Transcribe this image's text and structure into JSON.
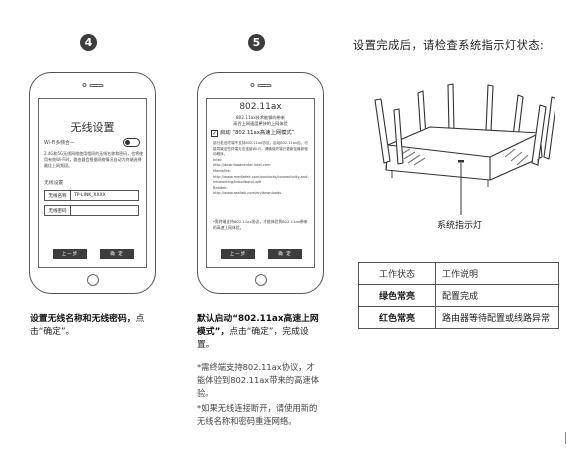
{
  "steps": {
    "step4": "4",
    "step5": "5"
  },
  "screen4": {
    "title": "无线设置",
    "toggle_label": "Wi-Fi多频合一",
    "desc": "2.4G和5G无线网络使用相同的无线名称和密码，也将使用有效Wi-Fi时，路由器会根据网络情况自动为终端选择最佳上网频段。",
    "section_label": "无线设置",
    "name_label": "无线名称",
    "name_value": "TP-LINK_XXXX",
    "pwd_label": "无线密码",
    "pwd_value": "",
    "prev": "上一步",
    "confirm": "确 定"
  },
  "screen5": {
    "title": "802.11ax",
    "sub1": "802.11ax技术能够向带来",
    "sub2": "高吞上网速度更快的上网体验",
    "checkbox_label": "启动 “802.11ax高速上网模式”",
    "body": "部分老旧终端不支持802.11ax协议，启动802.11ax后，可能导致这些终端无法连接Wi-Fi，请确保终端已更新至最新驱动程序。\nIntel:\nhttp://downloadcenter.intel.com\nMediaTek:\nhttp://www.mediatek.com/products/connectivity-and-networking/broadband-wifi\nRealtek:\nhttp://www.realtek.com/en/downloads",
    "body2": "*需终端支持802.11ax协议，才能体验到802.11ax带来的高速上网体验。",
    "prev": "上一步",
    "confirm": "确 定"
  },
  "captions": {
    "c4_bold": "设置无线名称和无线密码，",
    "c4_rest": "点击“确定”。",
    "c5_bold": "默认启动“802.11ax高速上网模式”，",
    "c5_rest": "点击“确定”，完成设置。",
    "note1": "*需终端支持802.11ax协议，才能体验到802.11ax带来的高速体验。",
    "note2": "*如果无线连接断开，请使用新的无线名称和密码重连网络。"
  },
  "right": {
    "title": "设置完成后，请检查系统指示灯状态:",
    "indicator_label": "系统指示灯",
    "table_header": [
      "工作状态",
      "工作说明"
    ],
    "rows": [
      {
        "state": "绿色常亮",
        "desc": "配置完成"
      },
      {
        "state": "红色常亮",
        "desc": "路由器等待配置或线路异常"
      }
    ]
  }
}
